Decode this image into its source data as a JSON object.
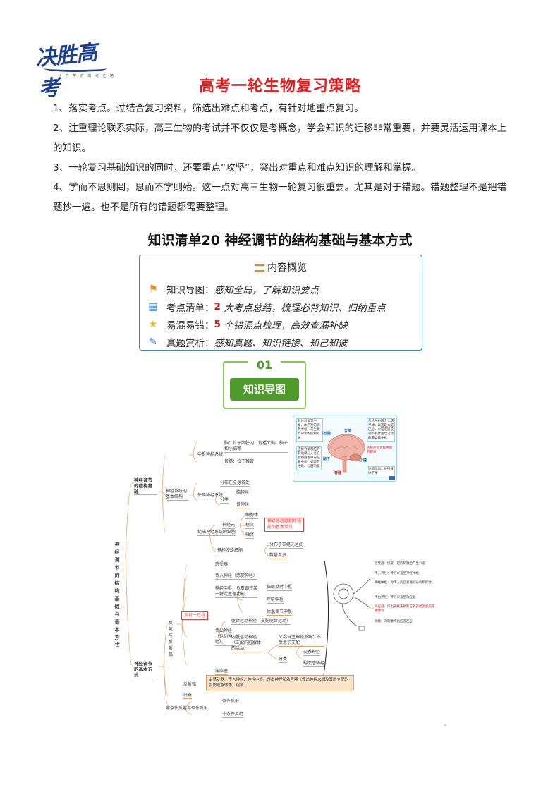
{
  "logo": {
    "brand": "决胜高考",
    "small_text": "仕 方 学 府   高 考 之 路"
  },
  "main_title": "高考一轮生物复习策略",
  "strategy": [
    "1、落实考点。过结合复习资料，筛选出难点和考点，有针对地重点复习。",
    "2、注重理论联系实际，高三生物的考试并不仅仅是考概念，学会知识的迁移非常重要，并要灵活运用课本上的知识。",
    "3、一轮复习基础知识的同时，还要重点“攻坚”，突出对重点和难点知识的理解和掌握。",
    "4、学而不思则罔，思而不学则殆。这一点对高三生物一轮复习很重要。尤其是对于错题。错题整理不是把错题抄一遍。也不是所有的错题都需要整理。"
  ],
  "sub_title": "知识清单20  神经调节的结构基础与基本方式",
  "overview": {
    "heading": "内容概览",
    "rows": [
      {
        "icon": "map-icon",
        "label": "知识导图：",
        "num": "",
        "desc": "感知全局，了解知识要点"
      },
      {
        "icon": "book-icon",
        "label": "考点清单：",
        "num": "2",
        "desc": "大考点总结，梳理必背知识、归纳重点"
      },
      {
        "icon": "star-icon",
        "label": "易混易错：",
        "num": "5",
        "desc": "个错混点梳理，高效查漏补缺"
      },
      {
        "icon": "pencil-icon",
        "label": "真题赏析：",
        "num": "",
        "desc": "感知真题、知识链接、知己知彼"
      }
    ]
  },
  "section_badge": {
    "number": "01",
    "label": "知识导图"
  },
  "mindmap": {
    "root": "神经调节的结构基础与基本方式",
    "branch1": "神经调节的结构基础",
    "branch2": "神经调节的基本方式",
    "n_basic": "神经系统的基本结构",
    "n_central": "中枢神经系统",
    "n_brain": "脑：位于颅腔内，包括大脑、脑干和小脑等",
    "n_spinal": "脊髓：位于椎管",
    "n_peripheral": "外周神经系统",
    "n_distribution": "分布在全身各处",
    "n_class": "分类",
    "n_cranial": "脑神经",
    "n_spinalnerve": "脊神经",
    "n_cells": "组成神经系统的细胞",
    "n_neuron": "神经元",
    "n_cellbody": "细胞体",
    "n_dendrite": "树突",
    "n_axon": "轴突",
    "n_neuron_note": "神经系统结构与功能的基本单位",
    "n_glia": "神经胶质细胞",
    "n_glia1": "分布于神经元之间",
    "n_glia2": "数量众多",
    "n_reflex_proc": "反射与反射弧",
    "n_reflex_def": "反射一过程",
    "n_receptor": "感受器",
    "n_afferent": "传入神经（感觉神经）",
    "n_center": "神经中枢：负责调控某一特定生理功能",
    "n_c1": "脑眼反射中枢",
    "n_c2": "呼吸中枢",
    "n_c3": "体温调节中枢",
    "n_efferent": "传出神经（运动神经）",
    "n_somatic": "躯体运动神经（支配躯体运动）",
    "n_visceral": "内脏运动神经（支配内脏腺体的活动）",
    "n_autonomic": "又称自主神经系统：不受意识支配",
    "n_sub": "分类",
    "n_sym": "交感神经",
    "n_para": "副交感神经",
    "n_effector": "效应器",
    "n_arc": "反射弧",
    "n_arc_desc": "由感受器、传入神经、神经中枢、传出神经和效应器（传出神经末梢及其所支配的肌肉或腺体等）组成",
    "n_excite": "兴奋",
    "n_cond": "非条件反射与条件反射",
    "n_cond1": "条件反射",
    "n_cond2": "非条件反射",
    "brain_labels": {
      "note1": "有体温调节中枢、水平衡的调节中枢，与生物节律等的控制有关",
      "hypothalamus": "下丘脑",
      "cerebrum": "大脑",
      "cerebrum_note": "包括左右两个大脑半球，表面是大脑皮层，大脑皮层是调节机体生理活动的最高级中枢",
      "cortex_note": "连接左右大脑半球的部分",
      "brainstem": "脑干",
      "brainstem_note": "连接脊髓和脑的其他部分，有许多维持生命的必要中枢，如调节呼吸、心脏功能",
      "cerebellum": "小脑",
      "cerebellum_note": "协调运动，维持身体平衡",
      "spinal": "脊髓"
    },
    "reflex_labels": {
      "r1": "感受器：接受一定的刺激后产生兴奋",
      "r2": "传入神经：传导兴奋至神经中枢",
      "r3": "神经中枢：对传入的信息进行分析和综合",
      "r4": "传出神经：传导兴奋至效应器",
      "r5": "效应器：传出神经末梢和它所支配的肌肉或腺体等",
      "r6": "功能：对刺激作出应答反应"
    }
  }
}
